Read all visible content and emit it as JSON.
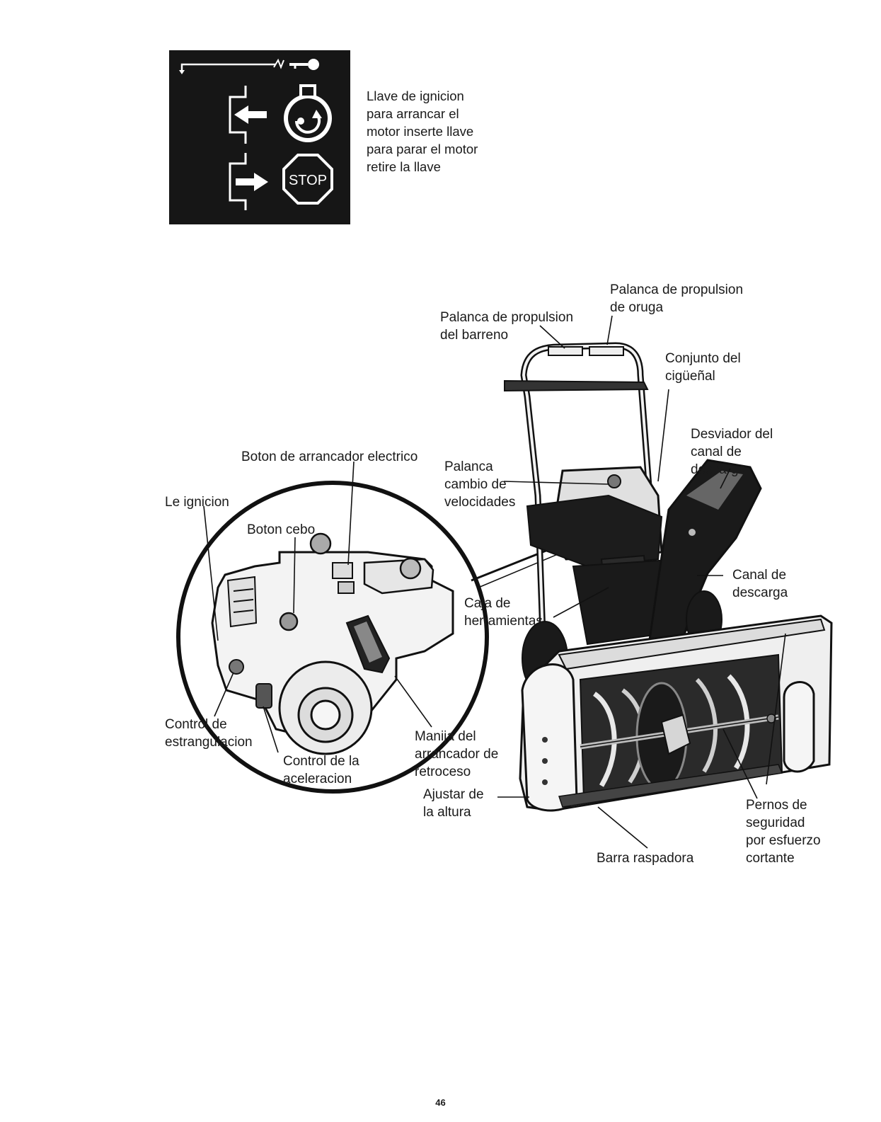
{
  "decal": {
    "stop_text": "STOP",
    "caption_lines": [
      "Llave de ignicion",
      "para arrancar el",
      "motor inserte llave",
      "para parar el motor",
      "retire la llave"
    ]
  },
  "labels": {
    "palanca_oruga": [
      "Palanca de propulsion",
      "de oruga"
    ],
    "palanca_barreno": [
      "Palanca de propulsion",
      "del barreno"
    ],
    "conjunto_ciguenal": [
      "Conjunto del",
      "cigüeñal"
    ],
    "desviador": [
      "Desviador del",
      "canal de",
      "descarga"
    ],
    "boton_arrancador": [
      "Boton de arrancador electrico"
    ],
    "palanca_cambio": [
      "Palanca",
      "cambio de",
      "velocidades"
    ],
    "le_ignicion": [
      "Le ignicion"
    ],
    "boton_cebo": [
      "Boton cebo"
    ],
    "canal_descarga": [
      "Canal de",
      "descarga"
    ],
    "caja_herramientas": [
      "Caja de",
      "herramientas"
    ],
    "control_estrangulacion": [
      "Control de",
      "estrangulacion"
    ],
    "manija_arrancador": [
      "Manija del",
      "arrancador de",
      "retroceso"
    ],
    "control_aceleracion": [
      "Control de la",
      "aceleracion"
    ],
    "ajustar_altura": [
      "Ajustar de",
      "la altura"
    ],
    "pernos_seguridad": [
      "Pernos de",
      "seguridad",
      "por esfuerzo",
      "cortante"
    ],
    "barra_raspadora": [
      "Barra raspadora"
    ]
  },
  "page_number": "46"
}
